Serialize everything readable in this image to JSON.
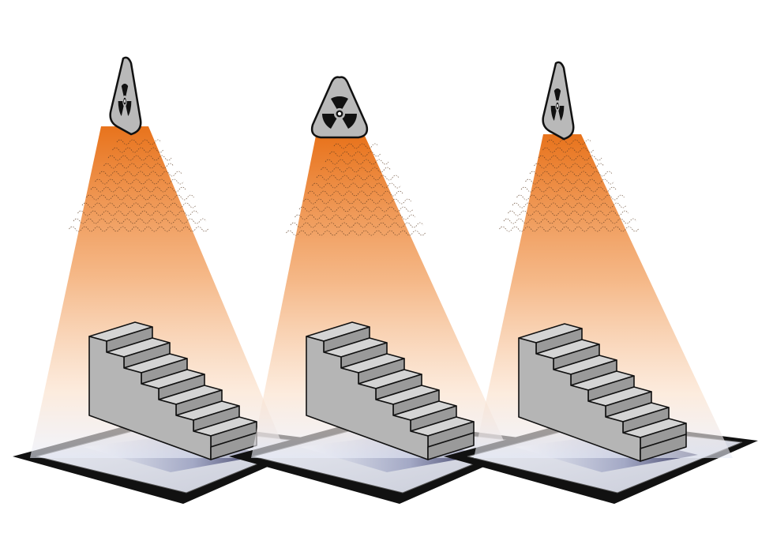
{
  "diagram": {
    "colors": {
      "background": "#ffffff",
      "beam_top": "#e8731c",
      "beam_mid": "#f4b07a",
      "beam_bottom": "#e8ecf8",
      "source_fill": "#b9b9b9",
      "source_symbol": "#111111",
      "step_front": "#b5b5b5",
      "step_top": "#d4d4d4",
      "step_side": "#9a9a9a",
      "detector_frame": "#111111",
      "detector_plate": "#c8cbd8",
      "detector_strip_light": "#f2f4f8",
      "detector_strip_dark": "#20204a",
      "wave_color": "#5a3a20"
    },
    "panels": [
      {
        "id": "left",
        "source": {
          "view": "angled",
          "icon": "radiation-trefoil-icon"
        },
        "object": "step-wedge",
        "detector": "flat-panel-detector"
      },
      {
        "id": "center",
        "source": {
          "view": "frontal",
          "icon": "radiation-trefoil-icon"
        },
        "object": "step-wedge",
        "detector": "flat-panel-detector"
      },
      {
        "id": "right",
        "source": {
          "view": "angled",
          "icon": "radiation-trefoil-icon"
        },
        "object": "step-wedge",
        "detector": "flat-panel-detector"
      }
    ]
  }
}
